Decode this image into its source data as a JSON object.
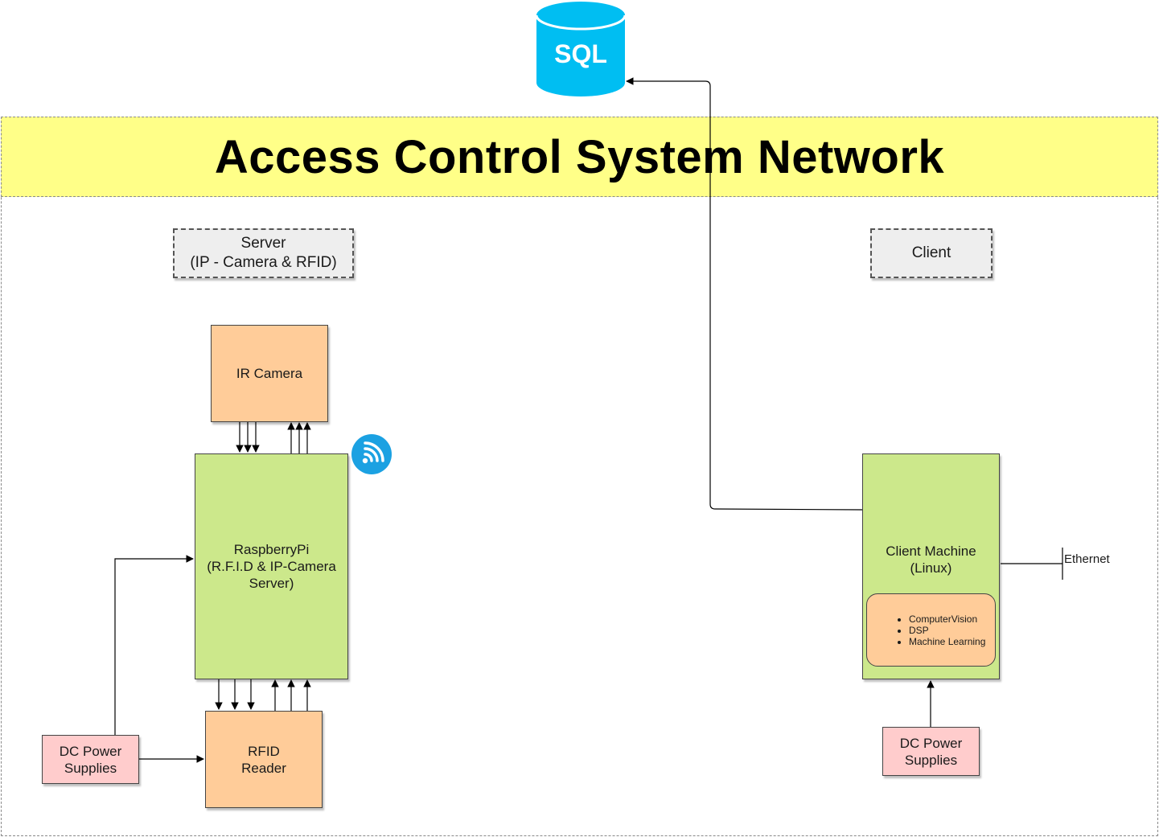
{
  "database": {
    "label": "SQL"
  },
  "banner": {
    "title": "Access Control System Network"
  },
  "server_section": {
    "label": "Server\n(IP - Camera & RFID)"
  },
  "client_section": {
    "label": "Client"
  },
  "ir_camera": {
    "label": "IR Camera"
  },
  "raspberry_pi": {
    "label": "RaspberryPi\n(R.F.I.D & IP-Camera\nServer)"
  },
  "rfid_reader": {
    "label": "RFID\nReader"
  },
  "server_power": {
    "label": "DC Power\nSupplies"
  },
  "client_machine": {
    "label": "Client Machine\n(Linux)",
    "capabilities": [
      "ComputerVision",
      "DSP",
      "Machine Learning"
    ]
  },
  "client_power": {
    "label": "DC Power\nSupplies"
  },
  "ethernet": {
    "label": "Ethernet"
  },
  "icons": {
    "database": "sql-database-icon",
    "wireless": "wifi-icon"
  },
  "colors": {
    "banner": "#ffff88",
    "component_orange": "#ffcc99",
    "component_green": "#cce88b",
    "power_pink": "#ffcccc",
    "database_cyan": "#00bef2",
    "wifi_blue": "#1ba1e2"
  }
}
